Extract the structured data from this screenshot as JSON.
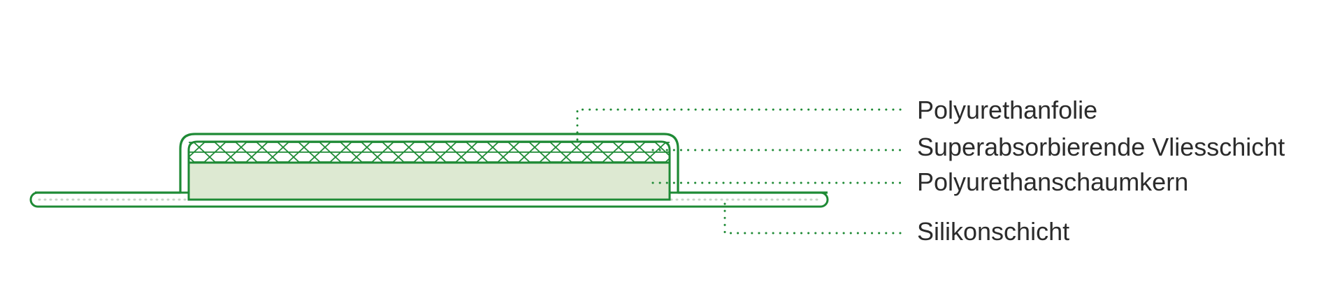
{
  "colors": {
    "outline": "#1e8a35",
    "foam_fill": "#dde9d2",
    "label_text": "#2b2b2b",
    "background": "#ffffff"
  },
  "labels": {
    "polyurethane_film": "Polyurethanfolie",
    "superabsorbent_fleece": "Superabsorbierende Vliesschicht",
    "polyurethane_foam_core": "Polyurethanschaumkern",
    "silicone_layer": "Silikonschicht"
  }
}
